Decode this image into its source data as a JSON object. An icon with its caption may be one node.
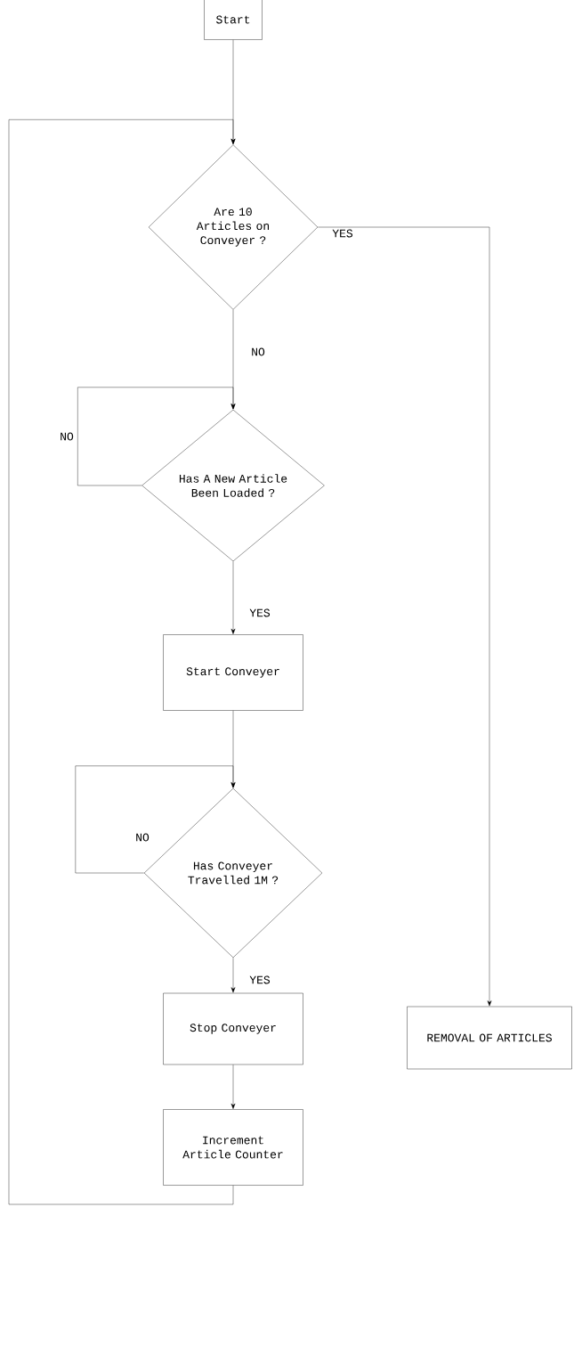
{
  "diagram": {
    "nodes": [
      {
        "text": [
          "Start"
        ]
      },
      {
        "text": [
          "Are 10 Articles on Conveyer ?"
        ]
      },
      {
        "text": [
          "Has A New Article Been Loaded ?"
        ]
      },
      {
        "text": [
          "Start Conveyer"
        ]
      },
      {
        "text": [
          "Has Conveyer Travelled 1M ?"
        ]
      },
      {
        "text": [
          "Stop Conveyer"
        ]
      },
      {
        "text": [
          "Increment Article Counter"
        ]
      },
      {
        "text": [
          "REMOVAL OF ARTICLES"
        ]
      }
    ],
    "edges": [
      {
        "from": 0,
        "to": 1,
        "arrow": "to"
      },
      {
        "from": 1,
        "to": 7,
        "arrow": "to",
        "label": "YES"
      },
      {
        "from": 1,
        "to": 2,
        "arrow": "to",
        "label": "NO"
      },
      {
        "from": 2,
        "to": 2,
        "arrow": "to",
        "label": "NO"
      },
      {
        "from": 2,
        "to": 3,
        "arrow": "to",
        "label": "YES"
      },
      {
        "from": 3,
        "to": 4,
        "arrow": "to"
      },
      {
        "from": 4,
        "to": 4,
        "arrow": "to",
        "label": "NO"
      },
      {
        "from": 4,
        "to": 5,
        "arrow": "to",
        "label": "YES"
      },
      {
        "from": 5,
        "to": 6,
        "arrow": "to"
      },
      {
        "from": 6,
        "to": 1,
        "arrow": "to"
      }
    ]
  }
}
